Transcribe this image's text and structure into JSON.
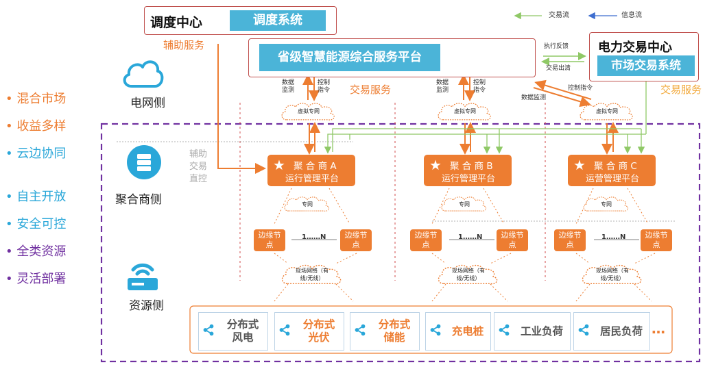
{
  "legend": {
    "trade_flow": "交易流",
    "info_flow": "信息流"
  },
  "dispatch": {
    "title": "调度中心",
    "system": "调度系统",
    "aux_service": "辅助服务"
  },
  "provincial_platform": "省级智慧能源综合服务平台",
  "exchange": {
    "title": "电力交易中心",
    "system": "市场交易系统",
    "exec_feedback": "执行反馈",
    "clearing": "交易出清"
  },
  "flow_labels": {
    "data_monitor": [
      "数据",
      "监测"
    ],
    "control_cmd": [
      "控制",
      "指令"
    ],
    "trade_service": "交易服务",
    "data_monitor_inline": "数据监测",
    "control_cmd_inline": "控制指令"
  },
  "left_bullets": [
    {
      "text": "• 混合市场",
      "color": "#ed7d31"
    },
    {
      "text": "• 收益多样",
      "color": "#ed7d31"
    },
    {
      "text": "• 云边协同",
      "color": "#2aa7d9"
    },
    {
      "text": "• 自主开放",
      "color": "#2aa7d9"
    },
    {
      "text": "• 安全可控",
      "color": "#2aa7d9"
    },
    {
      "text": "• 全类资源",
      "color": "#7030a0"
    },
    {
      "text": "• 灵活部署",
      "color": "#7030a0"
    }
  ],
  "side_labels": {
    "grid": "电网侧",
    "aggregator": "聚合商侧",
    "resource": "资源侧"
  },
  "aux_vertical": [
    "辅助",
    "交易",
    "直控"
  ],
  "cloud_labels": {
    "virtual_net": "虚拟专网",
    "private_net": "专网",
    "field_net": [
      "现场网络（有",
      "线/无线）"
    ]
  },
  "aggregators": [
    {
      "name": "聚 合 商 A",
      "platform": "运行管理平台"
    },
    {
      "name": "聚 合 商 B",
      "platform": "运行管理平台"
    },
    {
      "name": "聚 合 商 C",
      "platform": "运营管理平台"
    }
  ],
  "edge_node": [
    "边缘节",
    "点"
  ],
  "edge_range": "1……N",
  "resources": [
    {
      "label": [
        "分布式",
        "风电"
      ],
      "color": "#555555"
    },
    {
      "label": [
        "分布式",
        "光伏"
      ],
      "color": "#ed7d31"
    },
    {
      "label": [
        "分布式",
        "储能"
      ],
      "color": "#ed7d31"
    },
    {
      "label": [
        "充电桩"
      ],
      "color": "#ed7d31"
    },
    {
      "label": [
        "工业负荷"
      ],
      "color": "#555555"
    },
    {
      "label": [
        "居民负荷"
      ],
      "color": "#555555"
    }
  ],
  "resource_more": "…",
  "colors": {
    "orange": "#ed7d31",
    "teal": "#4bb4d8",
    "green": "#8fc866",
    "blue": "#3e6ecf",
    "purple": "#7030a0"
  }
}
